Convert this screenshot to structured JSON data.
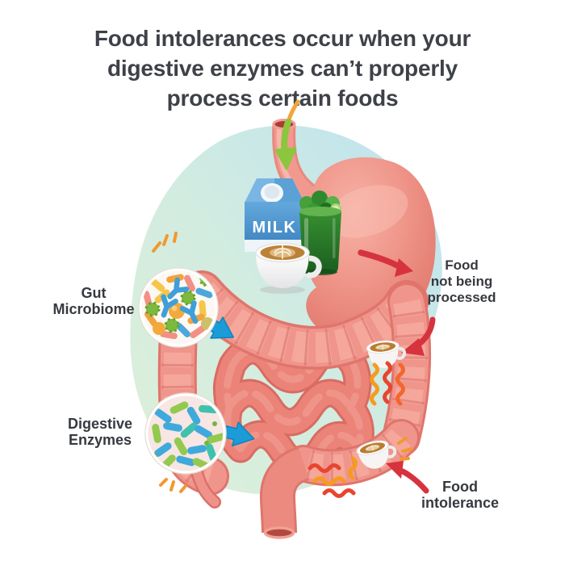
{
  "title": {
    "lines": [
      "Food intolerances occur when your",
      "digestive enzymes can’t properly",
      "process certain foods"
    ]
  },
  "labels": {
    "gut_microbiome": {
      "line1": "Gut",
      "line2": "Microbiome"
    },
    "digestive_enzymes": {
      "line1": "Digestive",
      "line2": "Enzymes"
    },
    "food_not_processed": {
      "line1": "Food",
      "line2": "not being",
      "line3": "processed"
    },
    "food_intolerance": {
      "line1": "Food",
      "line2": "intolerance"
    }
  },
  "illustration": {
    "milk_carton_label": "MILK",
    "foods": [
      "milk-carton",
      "green-juice-glass",
      "latte-cup"
    ],
    "organs": [
      "esophagus",
      "stomach",
      "small-intestine",
      "large-intestine",
      "rectum"
    ],
    "lenses": [
      "gut-microbiome-lens",
      "digestive-enzymes-lens"
    ]
  },
  "colors": {
    "title_text": "#3e4147",
    "label_text": "#36393e",
    "blob_green": "#dceeda",
    "blob_blue": "#bfe3ee",
    "intestine_pink": "#f0958b",
    "stomach_pink": "#ef9488",
    "blue_arrow": "#1b9cd9",
    "red_arrow": "#d6333e",
    "green_arrow": "#8cc63e",
    "milk_blue": "#4f9cd4",
    "juice_green": "#2f8a2e",
    "irritation_red": "#e8452f",
    "irritation_orange": "#f59b1f"
  }
}
